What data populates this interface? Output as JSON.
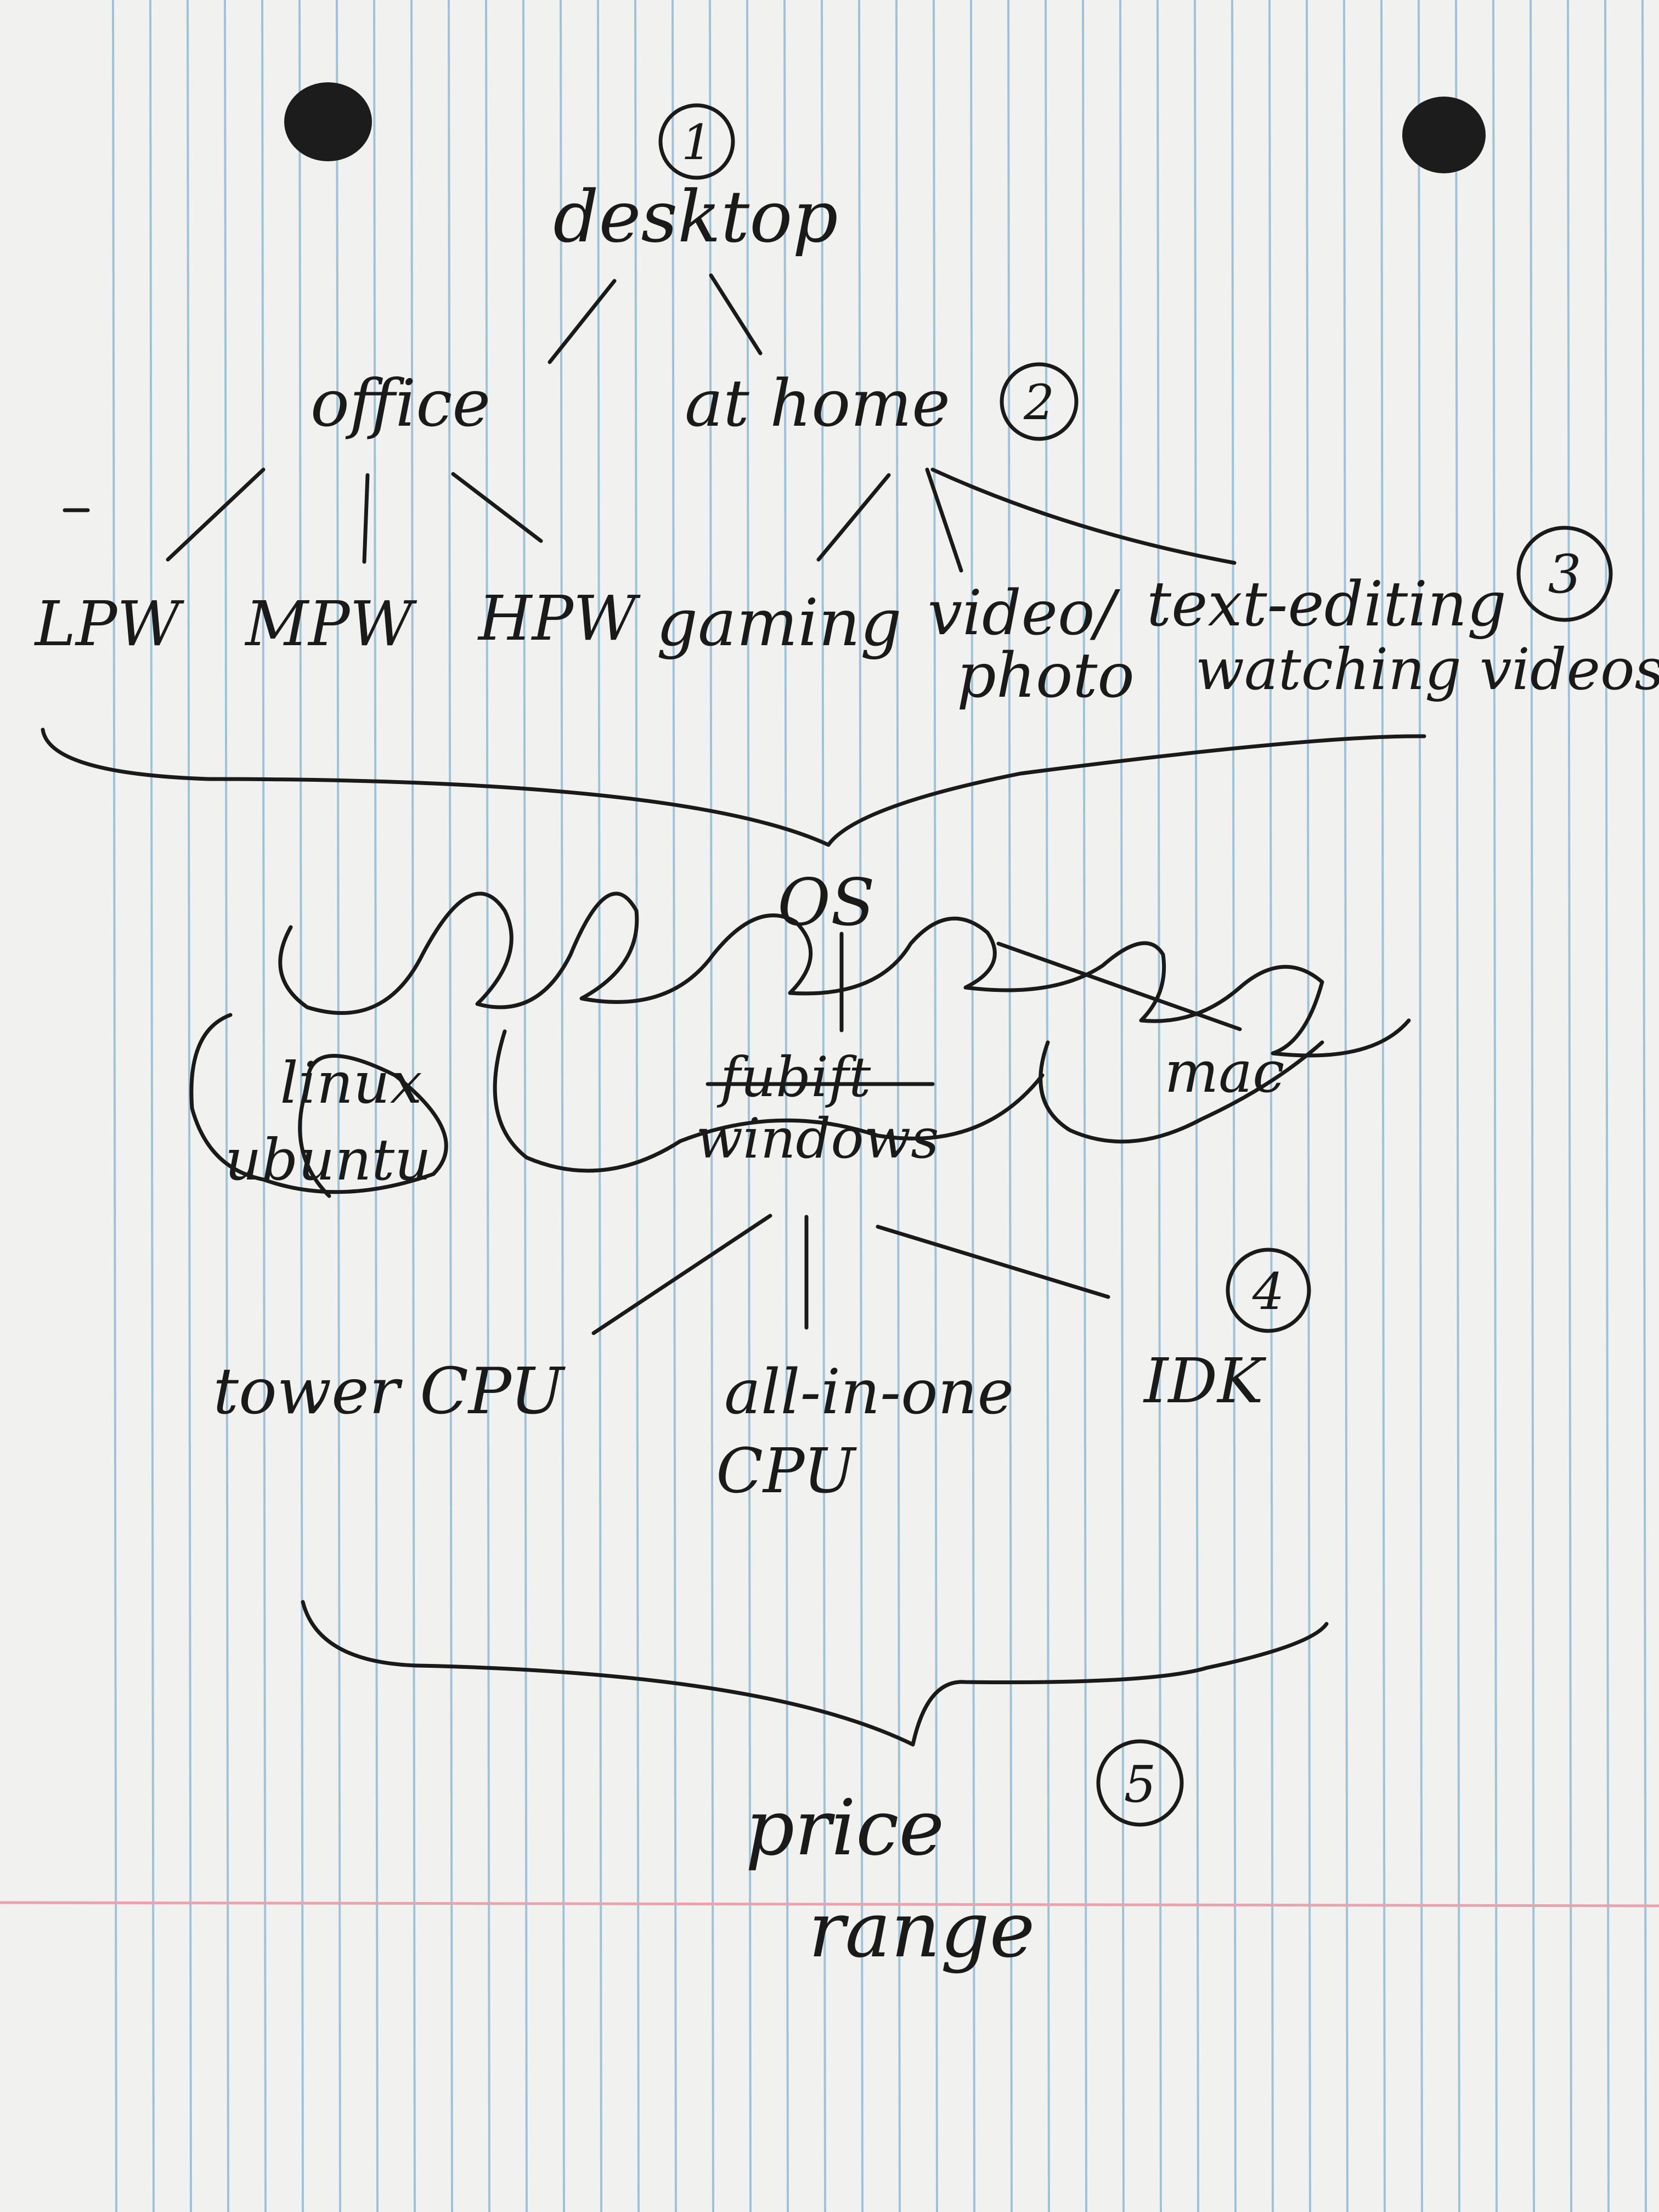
{
  "paper": {
    "background": "#f1f1ef",
    "rule_color": "#9ec3d8",
    "margin_color": "#e9a3ad",
    "hole_color": "#1c1c1c",
    "ink_color": "#1a1a1a"
  },
  "steps": {
    "one": "1",
    "two": "2",
    "three": "3",
    "four": "4",
    "five": "5"
  },
  "level1": {
    "root": "desktop"
  },
  "level2": {
    "office": "office",
    "at_home": "at home"
  },
  "level3": {
    "lpw": "LPW",
    "mpw": "MPW",
    "hpw": "HPW",
    "gaming": "gaming",
    "video_line1": "video/",
    "video_line2": "photo",
    "text_line1": "text-editing",
    "text_line2": "watching videos"
  },
  "os_section": {
    "os": "OS",
    "linux_line1": "linux",
    "linux_line2": "ubuntu",
    "crossed_out": "fubift",
    "windows": "windows",
    "mac": "mac"
  },
  "level4": {
    "tower": "tower CPU",
    "aio_line1": "all-in-one",
    "aio_line2": "CPU",
    "idk": "IDK"
  },
  "level5": {
    "price_line1": "price",
    "price_line2": "range"
  }
}
